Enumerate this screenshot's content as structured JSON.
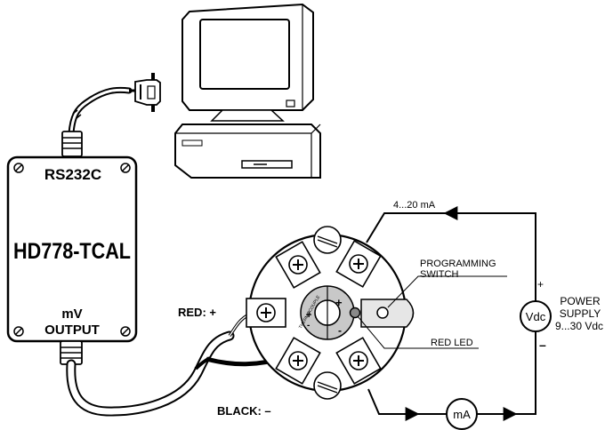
{
  "box": {
    "port_label": "RS232C",
    "model": "HD778-TCAL",
    "output_line1": "mV",
    "output_line2": "OUTPUT"
  },
  "transmitter": {
    "current_label": "4...20 mA",
    "switch_line1": "PROGRAMMING",
    "switch_line2": "SWITCH",
    "led_label": "RED LED",
    "thermocouple_text": "THERMOCOUPLE",
    "plus_sign": "+",
    "minus_sign": "-"
  },
  "wires": {
    "red_label": "RED: +",
    "black_label": "BLACK: –"
  },
  "power": {
    "plus": "+",
    "minus": "–",
    "line1": "POWER",
    "line2": "SUPPLY",
    "line3": "9...30 Vdc",
    "meter_label": "Vdc"
  },
  "ammeter": {
    "label": "mA"
  }
}
